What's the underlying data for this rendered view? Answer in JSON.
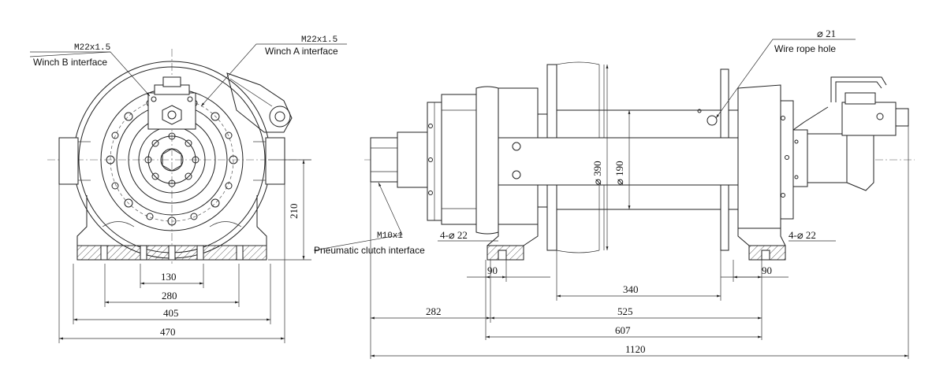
{
  "labels": {
    "winch_b_thread": "M22x1.5",
    "winch_b_interface": "Winch B interface",
    "winch_a_thread": "M22x1.5",
    "winch_a_interface": "Winch A interface",
    "rope_hole_dia": "⌀ 21",
    "rope_hole": "Wire rope hole",
    "clutch_thread": "M10x1",
    "clutch_interface": "Pneumatic clutch interface",
    "bolt_holes_left": "4-⌀ 22",
    "bolt_holes_right": "4-⌀ 22"
  },
  "dimensions": {
    "height_210": "210",
    "width_130": "130",
    "width_280": "280",
    "width_405": "405",
    "width_470": "470",
    "dia_390": "⌀ 390",
    "dia_190": "⌀ 190",
    "foot_90_left": "90",
    "foot_90_right": "90",
    "drum_340": "340",
    "len_282": "282",
    "len_525": "525",
    "len_607": "607",
    "len_1120": "1120"
  }
}
